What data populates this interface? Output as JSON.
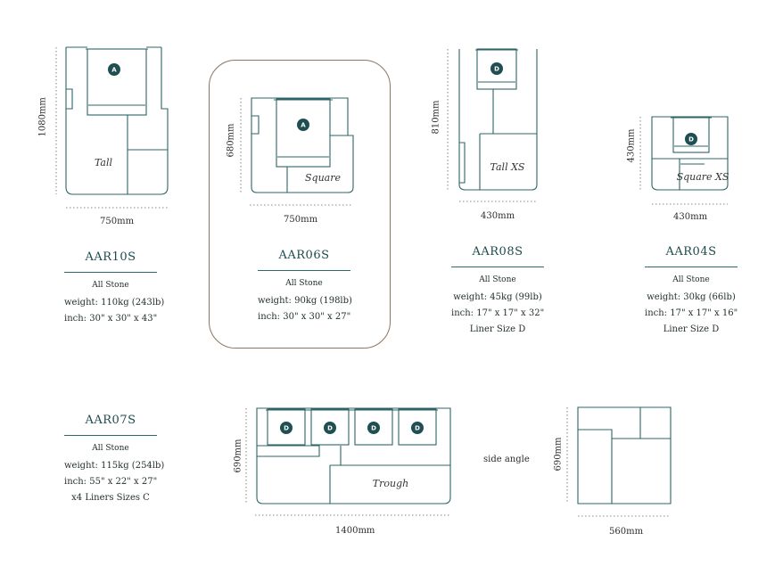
{
  "products": [
    {
      "code": "AAR10S",
      "width": "750mm",
      "height": "1080mm",
      "label": "Tall",
      "liner": "A",
      "material": "All Stone",
      "weight": "weight: 110kg (243lb)",
      "inch": "inch: 30\" x 30\" x 43\""
    },
    {
      "code": "AAR06S",
      "width": "750mm",
      "height": "680mm",
      "label": "Square",
      "liner": "A",
      "material": "All Stone",
      "weight": "weight: 90kg (198lb)",
      "inch": "inch: 30\" x 30\" x 27\""
    },
    {
      "code": "AAR08S",
      "width": "430mm",
      "height": "810mm",
      "label": "Tall XS",
      "liner": "D",
      "material": "All Stone",
      "weight": "weight: 45kg (99lb)",
      "inch": "inch: 17\" x 17\" x 32\"",
      "extra": "Liner Size D"
    },
    {
      "code": "AAR04S",
      "width": "430mm",
      "height": "430mm",
      "label": "Square XS",
      "liner": "D",
      "material": "All Stone",
      "weight": "weight: 30kg (66lb)",
      "inch": "inch: 17\" x 17\" x 16\"",
      "extra": "Liner Size D"
    },
    {
      "code": "AAR07S",
      "width": "1400mm",
      "height": "690mm",
      "label": "Trough",
      "liner": "D",
      "material": "All Stone",
      "weight": "weight: 115kg (254lb)",
      "inch": "inch: 55\" x 22\" x 27\"",
      "extra": "x4 Liners Sizes C"
    }
  ],
  "side": {
    "label": "side angle",
    "width": "560mm",
    "height": "690mm"
  }
}
